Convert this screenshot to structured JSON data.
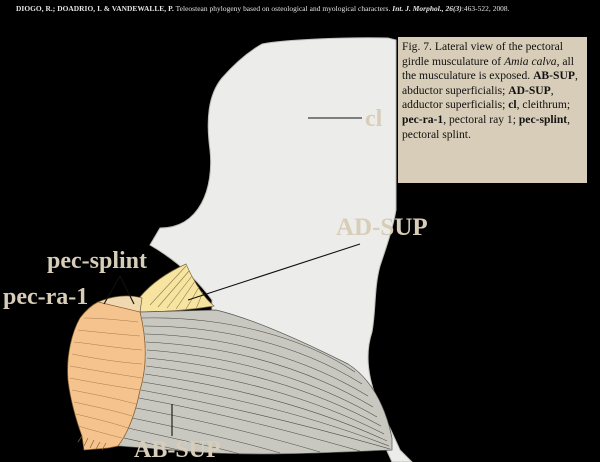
{
  "header": {
    "authors": "DIOGO, R.; DOADRIO, I. & VANDEWALLE, P.",
    "title": "Teleostean phylogeny based on osteological and myological characters.",
    "journal": "Int. J. Morphol.,",
    "volume": "26(3)",
    "pages": ":463-522, 2008."
  },
  "caption": {
    "prefix": "Fig. 7.  Lateral view of the pectoral girdle musculature of",
    "species": "Amia calva",
    "sentence_end": ", all the musculature is exposed.",
    "abbreviations": [
      {
        "abbr": "AB-SUP",
        "def": ", abductor superficialis; "
      },
      {
        "abbr": "AD-SUP",
        "def": ", adductor superficialis; "
      },
      {
        "abbr": "cl",
        "def": ", cleithrum; "
      },
      {
        "abbr": "pec-ra-1",
        "def": ", pectoral ray 1; "
      },
      {
        "abbr": "pec-splint",
        "def": ", pectoral splint."
      }
    ]
  },
  "labels": {
    "cl": "cl",
    "ad_sup": "AD-SUP",
    "pec_splint": "pec-splint",
    "pec_ra_1": "pec-ra-1",
    "ab_sup": "AB-SUP"
  },
  "colors": {
    "background": "#000000",
    "bone": "#ececea",
    "muscle": "#c8c8c0",
    "ray": "#f5c48e",
    "adductor": "#f6e4a0",
    "caption_bg": "#d8cdb8",
    "label": "#d8cdb8"
  }
}
